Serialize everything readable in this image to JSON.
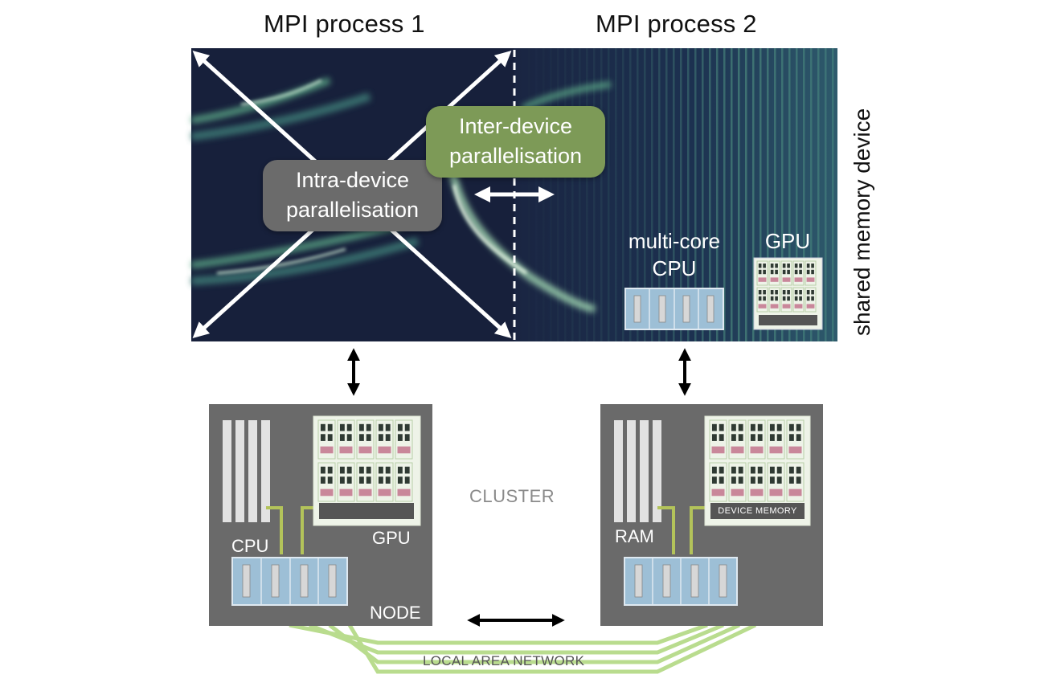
{
  "titles": {
    "process1": "MPI process 1",
    "process2": "MPI process 2"
  },
  "side_label": "shared memory device",
  "pills": {
    "intra": [
      "Intra-device",
      "parallelisation"
    ],
    "inter": [
      "Inter-device",
      "parallelisation"
    ]
  },
  "devices": {
    "cpu": [
      "multi-core",
      "CPU"
    ],
    "gpu": "GPU"
  },
  "cluster": {
    "label": "CLUSTER",
    "node1": {
      "cpu": "CPU",
      "gpu": "GPU",
      "node": "NODE"
    },
    "node2": {
      "ram": "RAM",
      "device_memory": "DEVICE MEMORY"
    },
    "network": "LOCAL AREA NETWORK"
  },
  "colors": {
    "field_bg": "#1e2a45",
    "intra_pill": "#6b6b6b",
    "inter_pill": "#7d9a57",
    "node_bg": "#6a6a6a",
    "cpu_blue": "#9dbfd6",
    "gpu_frame": "#eef3e8",
    "network_green": "#b9dc8e",
    "wire": "#b3c35a"
  },
  "icons": [
    "double-arrow-icon",
    "cpu-chip-icon",
    "gpu-card-icon",
    "ram-stick-icon"
  ]
}
